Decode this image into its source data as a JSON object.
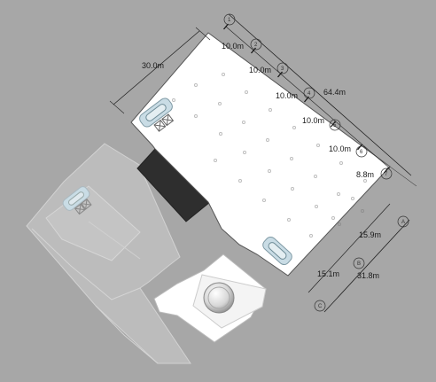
{
  "drawing": {
    "colors": {
      "background": "#a7a7a7",
      "main_floor": "#ffffff",
      "outline": "#555555",
      "dimension_line": "#222222",
      "dark_core": "#2e2e2e",
      "old_building": "#bdbdbd",
      "old_building_inner": "#c6c6c6",
      "elevator_glass": "#c9dce5"
    },
    "overall_width": "30.0m",
    "overall_length": "64.4m",
    "bays": [
      {
        "label": "10.0m"
      },
      {
        "label": "10.0m"
      },
      {
        "label": "10.0m"
      },
      {
        "label": "10.0m"
      },
      {
        "label": "10.0m"
      },
      {
        "label": "8.8m"
      }
    ],
    "end_dimensions": {
      "inner_a": "15.9m",
      "inner_b": "15.1m",
      "total": "31.8m"
    },
    "grid_bubbles": [
      {
        "label": "1"
      },
      {
        "label": "2"
      },
      {
        "label": "3"
      },
      {
        "label": "4"
      },
      {
        "label": "5"
      },
      {
        "label": "6"
      },
      {
        "label": "7"
      },
      {
        "label": "A"
      },
      {
        "label": "B"
      },
      {
        "label": "C"
      }
    ]
  }
}
